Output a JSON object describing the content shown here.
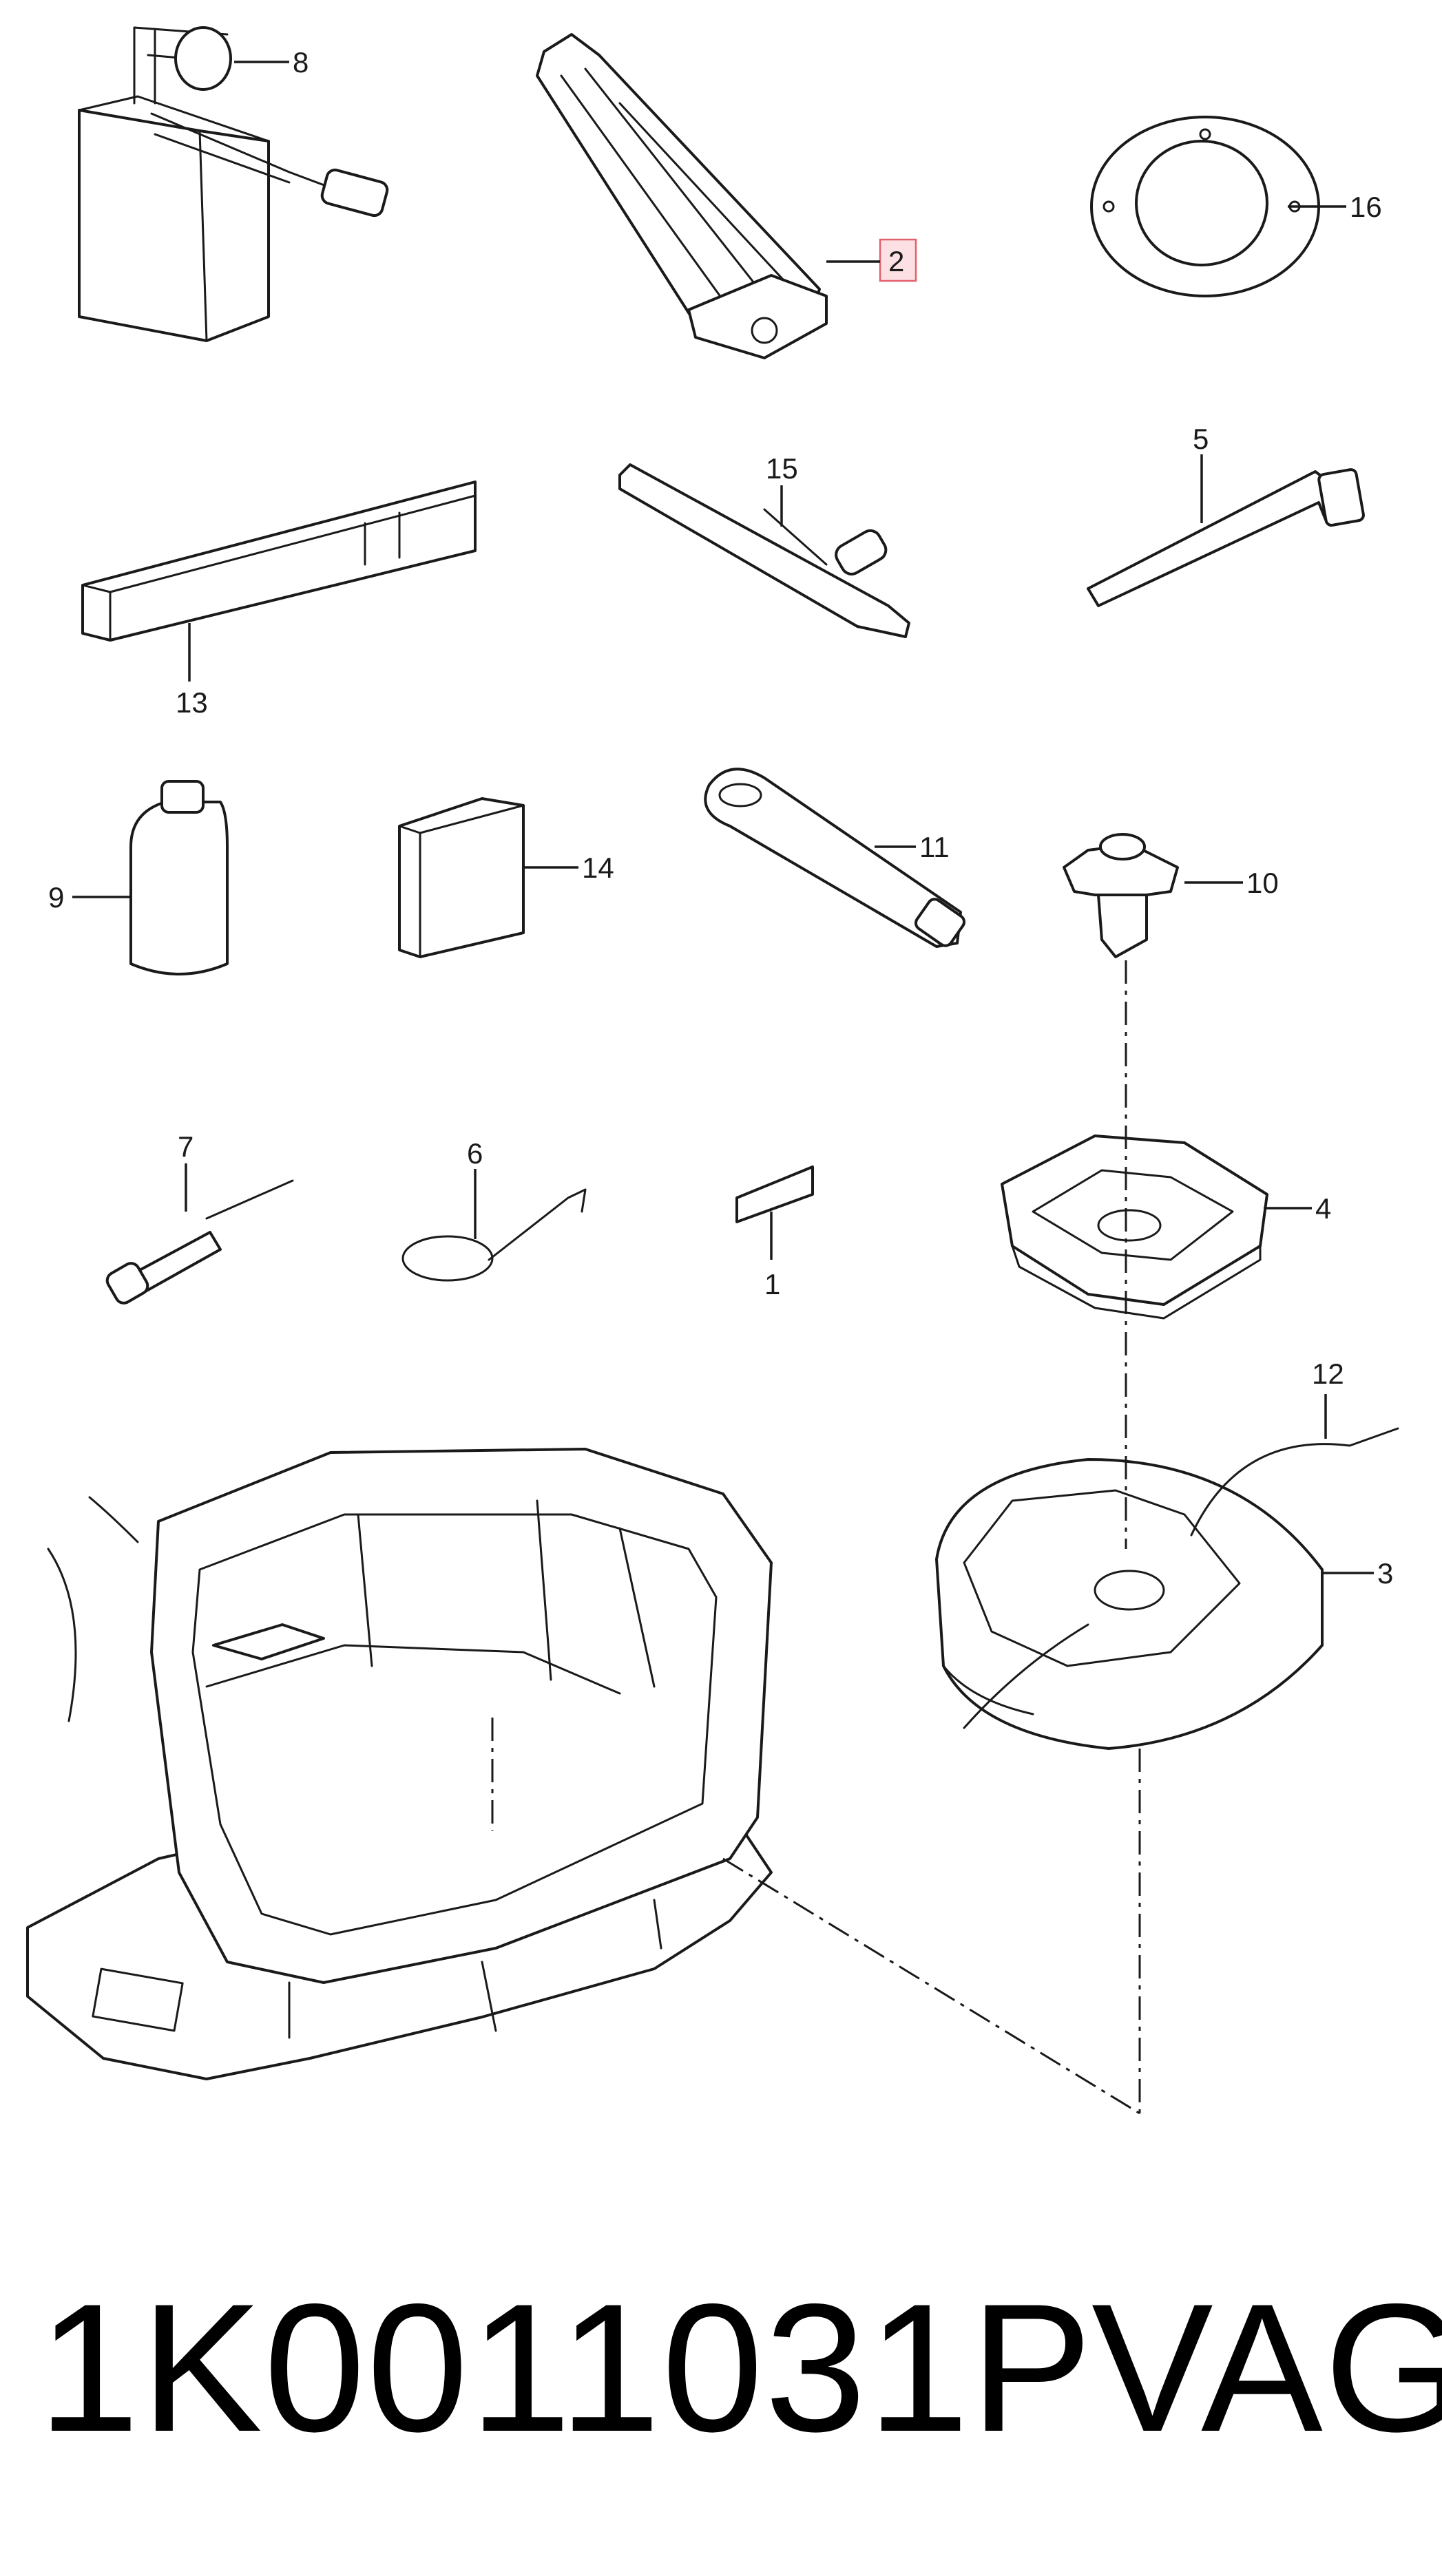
{
  "callouts": {
    "c1": "1",
    "c2": "2",
    "c3": "3",
    "c4": "4",
    "c5": "5",
    "c6": "6",
    "c7": "7",
    "c8": "8",
    "c9": "9",
    "c10": "10",
    "c11": "11",
    "c12": "12",
    "c13": "13",
    "c14": "14",
    "c15": "15",
    "c16": "16"
  },
  "highlighted_callout": "2",
  "highlight_color": "#fde0e3",
  "caption": {
    "part_number": "1K0011031P",
    "brand": "VAG"
  }
}
